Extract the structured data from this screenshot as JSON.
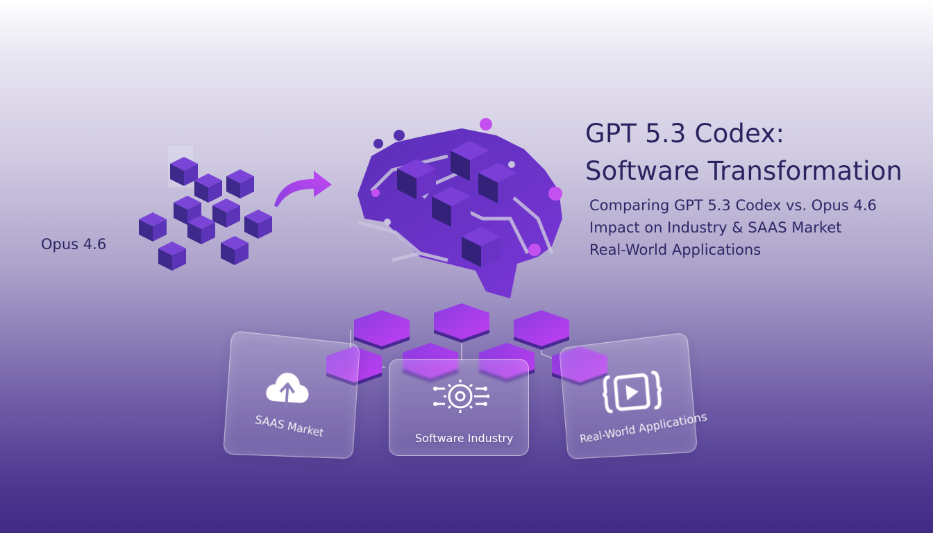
{
  "title": {
    "line1": "GPT 5.3 Codex:",
    "line2": "Software Transformation"
  },
  "bullets": [
    "Comparing GPT 5.3 Codex vs. Opus 4.6",
    "Impact on Industry & SAAS Market",
    "Real-World Applications"
  ],
  "left_label": "Opus 4.6",
  "cards": [
    {
      "label": "SAAS Market",
      "icon": "cloud-upload-icon"
    },
    {
      "label": "Software Industry",
      "icon": "gear-circuit-icon"
    },
    {
      "label": "Real-World Applications",
      "icon": "play-brackets-icon"
    }
  ],
  "colors": {
    "accent_purple": "#7b3fe0",
    "bright_purple": "#b43ef0",
    "dark_purple": "#3c2a8a",
    "title_text": "#2b2260"
  }
}
